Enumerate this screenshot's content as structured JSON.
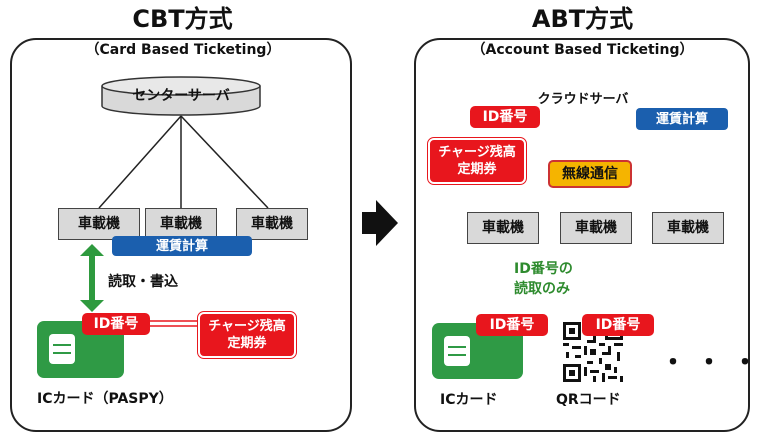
{
  "cbt": {
    "title": "CBT方式",
    "subtitle": "（Card Based Ticketing）",
    "server": "センターサーバ",
    "vehicles": [
      "車載機",
      "車載機",
      "車載機"
    ],
    "fare_calc": "運賃計算",
    "read_write": "読取・書込",
    "id_label": "ID番号",
    "charge_line1": "チャージ残高",
    "charge_line2": "定期券",
    "card_caption": "ICカード（PASPY）"
  },
  "abt": {
    "title": "ABT方式",
    "subtitle": "（Account Based Ticketing）",
    "server": "クラウドサーバ",
    "id_label": "ID番号",
    "charge_line1": "チャージ残高",
    "charge_line2": "定期券",
    "fare_calc": "運賃計算",
    "wireless": "無線通信",
    "vehicles": [
      "車載機",
      "車載機",
      "車載機"
    ],
    "read_only_line1": "ID番号の",
    "read_only_line2": "読取のみ",
    "card_id": "ID番号",
    "qr_id": "ID番号",
    "card_caption": "ICカード",
    "qr_caption": "QRコード",
    "more": "・・・"
  },
  "colors": {
    "red": "#e8161d",
    "blue": "#1b5fae",
    "green": "#2f9a45",
    "yellow": "#f5b400",
    "gray": "#d9d9d9"
  }
}
